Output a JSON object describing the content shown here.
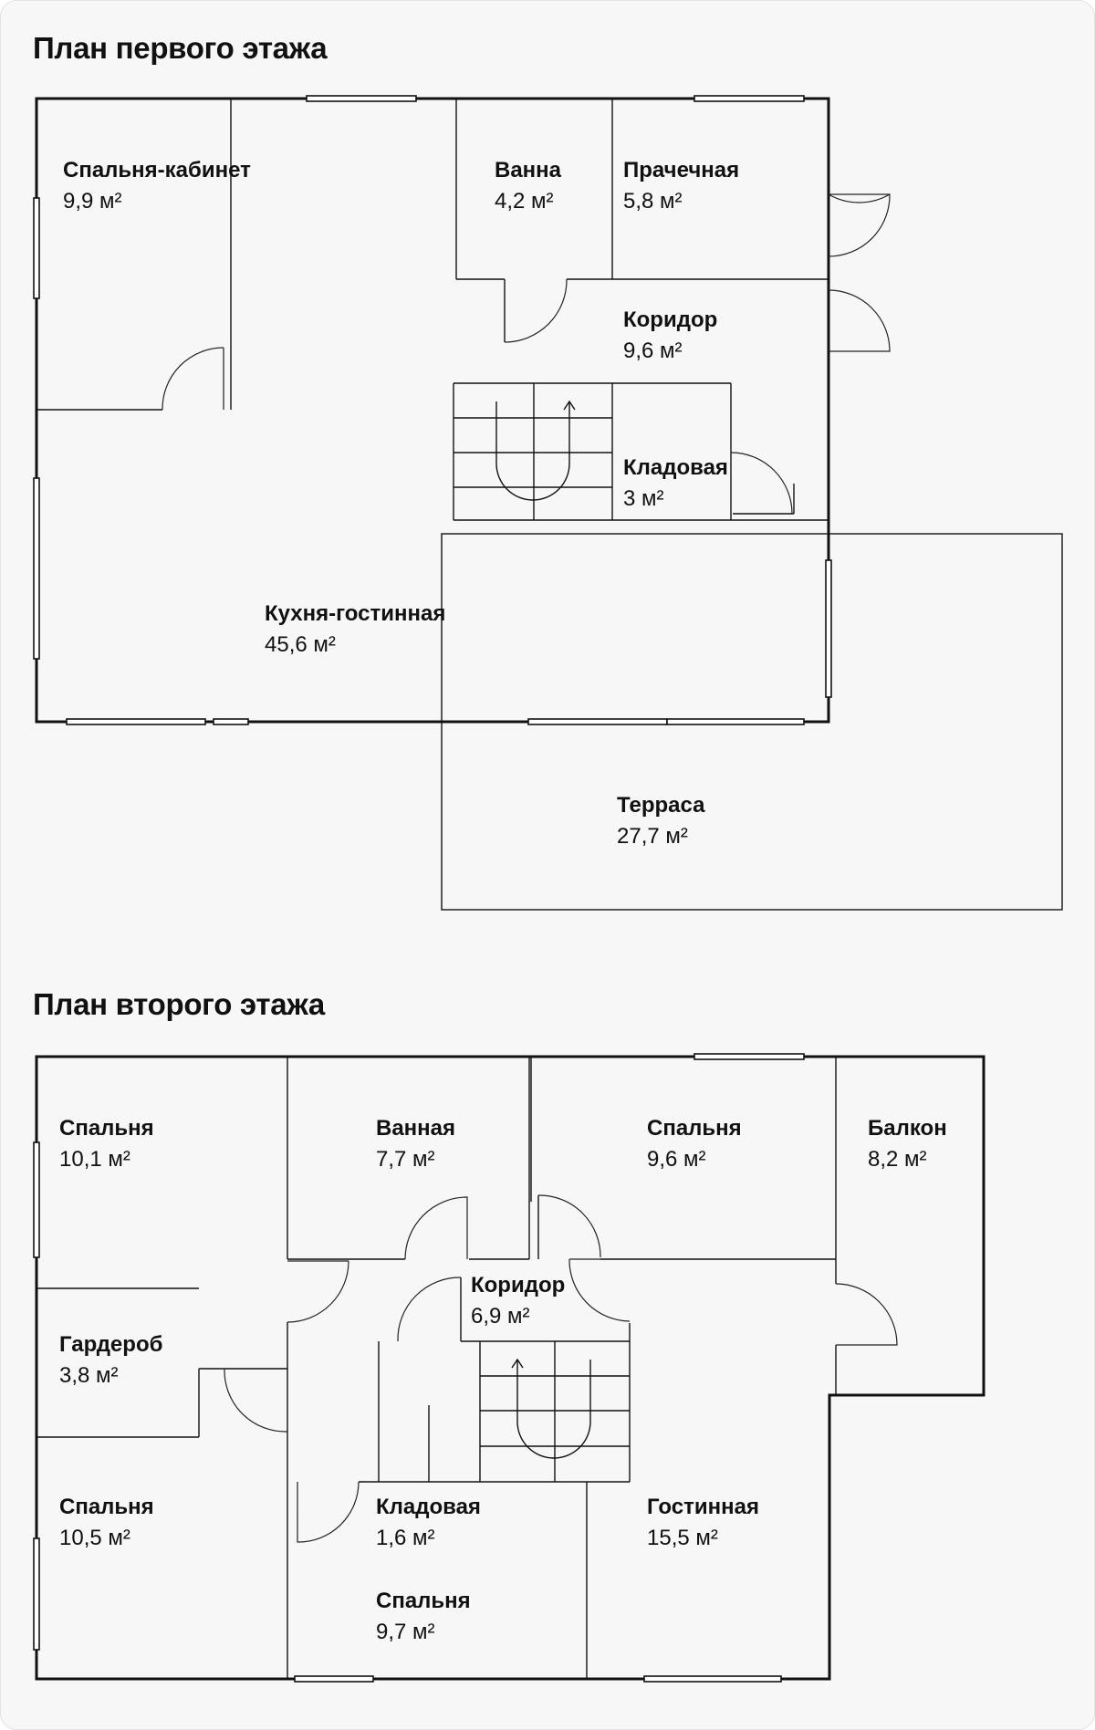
{
  "floor1": {
    "title": "План первого этажа",
    "rooms": [
      {
        "name": "Спальня-кабинет",
        "area": "9,9 м²"
      },
      {
        "name": "Ванна",
        "area": "4,2 м²"
      },
      {
        "name": "Прачечная",
        "area": "5,8 м²"
      },
      {
        "name": "Коридор",
        "area": "9,6 м²"
      },
      {
        "name": "Кладовая",
        "area": "3 м²"
      },
      {
        "name": "Кухня-гостинная",
        "area": "45,6 м²"
      },
      {
        "name": "Терраса",
        "area": "27,7 м²"
      }
    ]
  },
  "floor2": {
    "title": "План второго этажа",
    "rooms": [
      {
        "name": "Спальня",
        "area": "10,1 м²"
      },
      {
        "name": "Ванная",
        "area": "7,7 м²"
      },
      {
        "name": "Спальня",
        "area": "9,6 м²"
      },
      {
        "name": "Балкон",
        "area": "8,2 м²"
      },
      {
        "name": "Коридор",
        "area": "6,9 м²"
      },
      {
        "name": "Гардероб",
        "area": "3,8 м²"
      },
      {
        "name": "Спальня",
        "area": "10,5 м²"
      },
      {
        "name": "Кладовая",
        "area": "1,6 м²"
      },
      {
        "name": "Гостинная",
        "area": "15,5 м²"
      },
      {
        "name": "Спальня",
        "area": "9,7 м²"
      }
    ]
  }
}
